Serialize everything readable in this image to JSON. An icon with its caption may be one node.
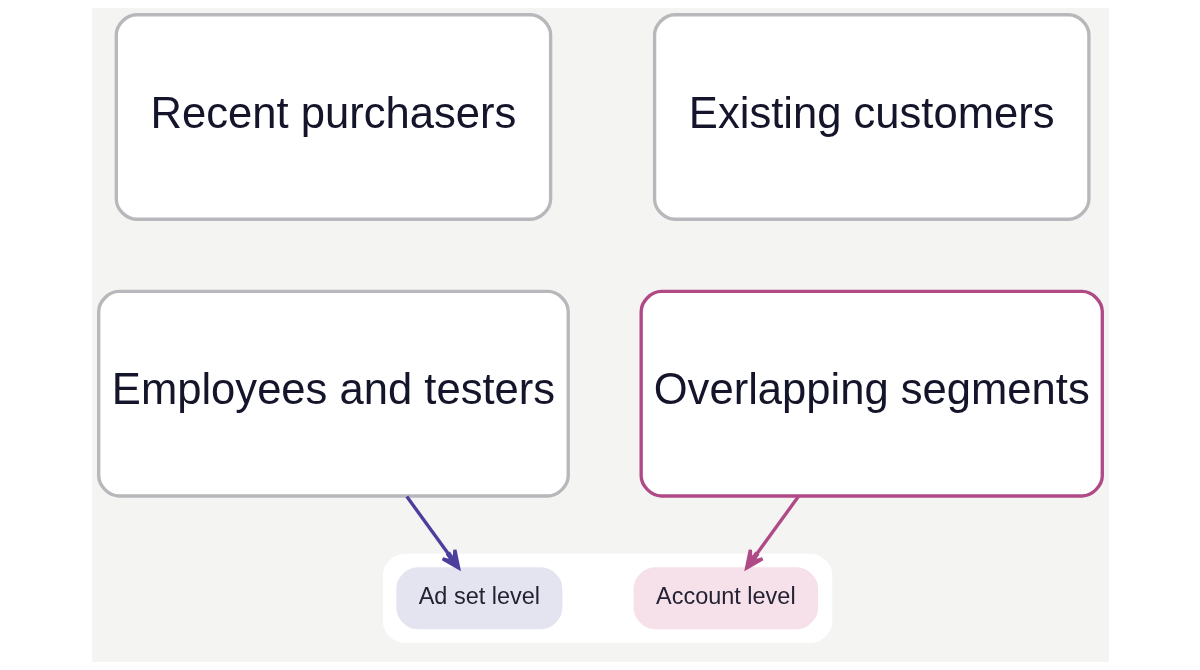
{
  "diagram": {
    "nodes": [
      {
        "text": [
          "Recent purchasers"
        ]
      },
      {
        "text": [
          "Existing customers"
        ]
      },
      {
        "text": [
          "Employees and testers"
        ]
      },
      {
        "text": [
          "Overlapping segments"
        ]
      },
      {
        "text": [],
        "shape": "box"
      },
      {
        "text": [
          "Ad set level"
        ],
        "in": 4
      },
      {
        "text": [
          "Account level"
        ],
        "in": 4
      }
    ],
    "edges": [
      {
        "from": 2,
        "to": 5,
        "arrow": "to",
        "color": "#4b3f9e"
      },
      {
        "from": 3,
        "to": 6,
        "arrow": "to",
        "color": "#b04a86"
      }
    ]
  }
}
